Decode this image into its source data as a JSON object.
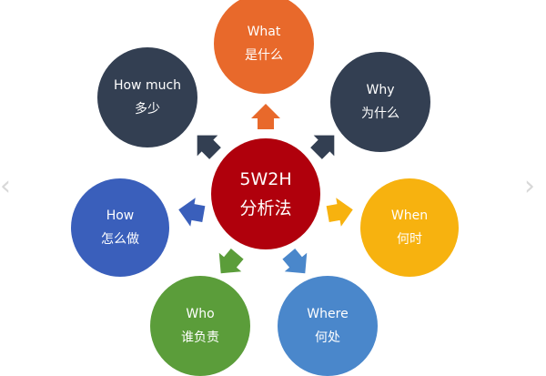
{
  "center": {
    "title": "5W2H",
    "subtitle": "分析法",
    "color": "#b0000c"
  },
  "nodes": [
    {
      "id": "what",
      "en": "What",
      "zh": "是什么",
      "color": "#e8692b"
    },
    {
      "id": "why",
      "en": "Why",
      "zh": "为什么",
      "color": "#333f52"
    },
    {
      "id": "when",
      "en": "When",
      "zh": "何时",
      "color": "#f7b20f"
    },
    {
      "id": "where",
      "en": "Where",
      "zh": "何处",
      "color": "#4a87cb"
    },
    {
      "id": "who",
      "en": "Who",
      "zh": "谁负责",
      "color": "#5b9d3a"
    },
    {
      "id": "how",
      "en": "How",
      "zh": "怎么做",
      "color": "#3a5fbb"
    },
    {
      "id": "how-much",
      "en": "How much",
      "zh": "多少",
      "color": "#333f52"
    }
  ],
  "nav": {
    "prev_icon": "chevron-left-icon",
    "next_icon": "chevron-right-icon",
    "prev": "‹",
    "next": "›"
  }
}
